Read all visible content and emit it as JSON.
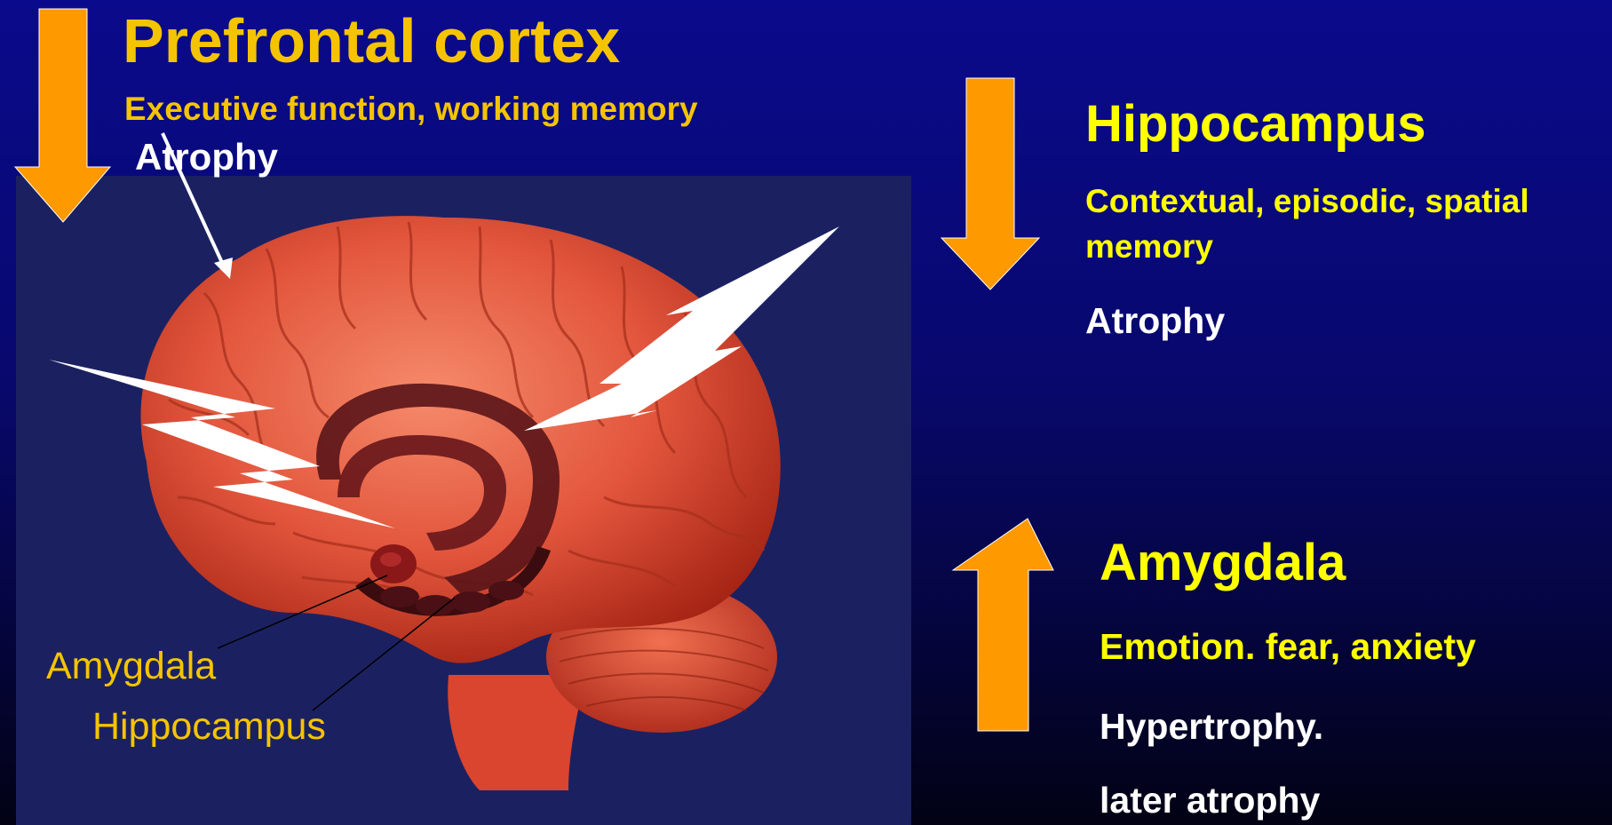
{
  "prefrontal": {
    "title": "Prefrontal cortex",
    "function": "Executive function, working memory",
    "change": "Atrophy"
  },
  "hippocampus": {
    "title": "Hippocampus",
    "function_line1": "Contextual, episodic, spatial",
    "function_line2": "memory",
    "change": "Atrophy"
  },
  "amygdala": {
    "title": "Amygdala",
    "function": "Emotion. fear, anxiety",
    "change1": "Hypertrophy.",
    "change2": "later atrophy"
  },
  "brain_labels": {
    "amygdala": "Amygdala",
    "hippocampus": "Hippocampus"
  },
  "colors": {
    "background": "#0a0a8c",
    "title_gold": "#f5c400",
    "title_yellow": "#ffff00",
    "arrow_orange": "#ff9900",
    "brain_red": "#e8503a"
  },
  "icons": {
    "prefrontal_arrow": "down-arrow",
    "hippocampus_arrow": "down-arrow",
    "amygdala_arrow": "up-arrow"
  }
}
